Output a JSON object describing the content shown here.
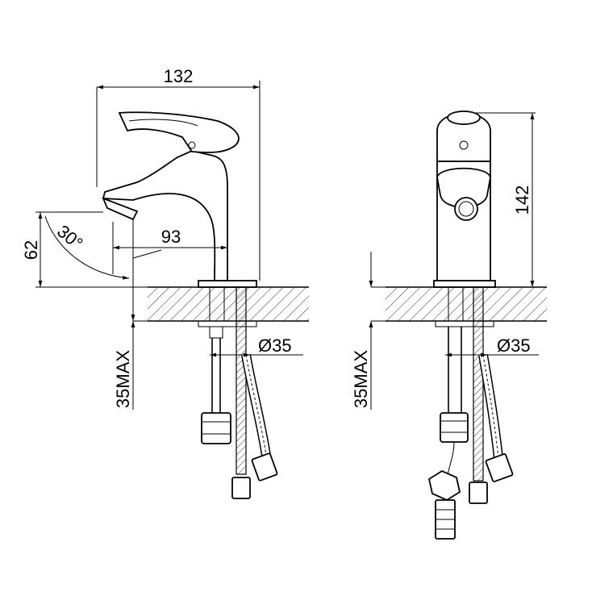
{
  "left_view": {
    "width_dim": "132",
    "spout_reach_dim": "93",
    "angle_dim": "30°",
    "height_dim": "62",
    "hole_dim": "Ø35",
    "max_thickness_dim": "35MAX"
  },
  "right_view": {
    "height_dim": "142",
    "hole_dim": "Ø35",
    "max_thickness_dim": "35MAX"
  }
}
